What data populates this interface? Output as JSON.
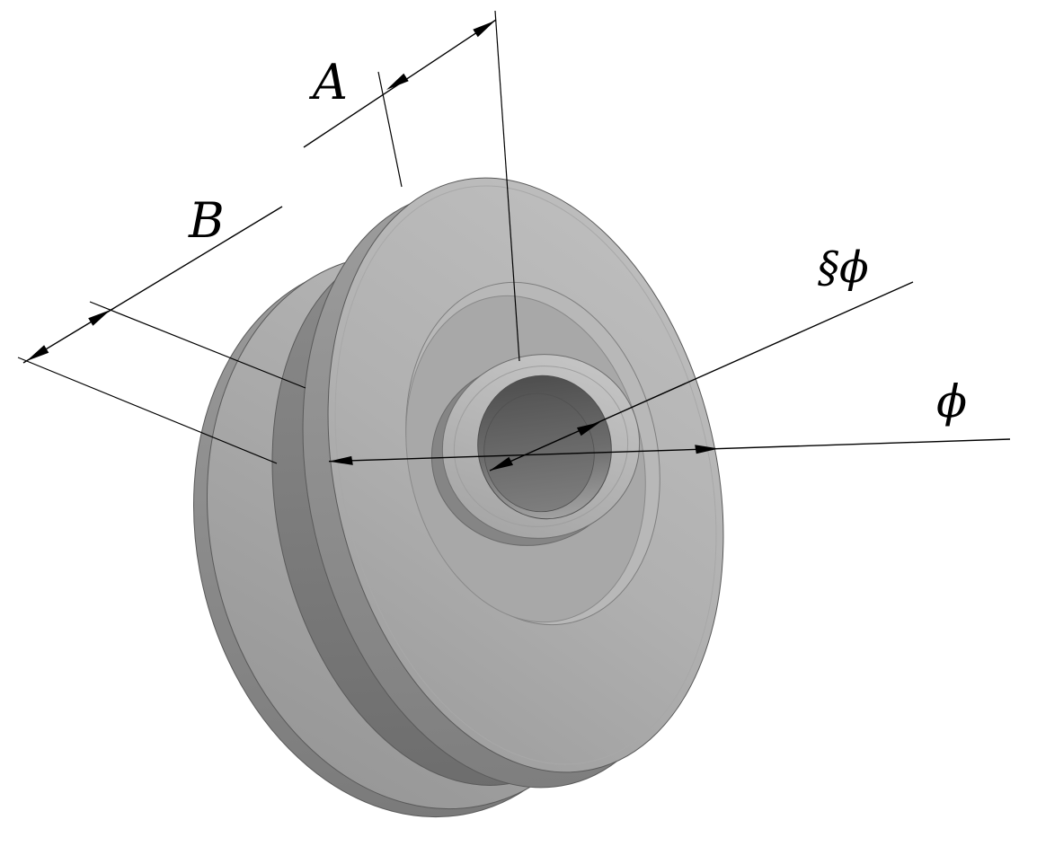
{
  "diagram": {
    "type": "technical-drawing",
    "subject": "grooved pulley wheel with center bore, isometric view",
    "background_color": "#ffffff",
    "dimension_line_color": "#000000",
    "part_fill_light": "#b4b4b4",
    "part_fill_mid": "#8f8f8f",
    "part_fill_dark": "#6a6a6a"
  },
  "labels": {
    "dim_a": "A",
    "dim_b": "B",
    "dim_bore": "§ϕ",
    "dim_outer": "ϕ"
  }
}
